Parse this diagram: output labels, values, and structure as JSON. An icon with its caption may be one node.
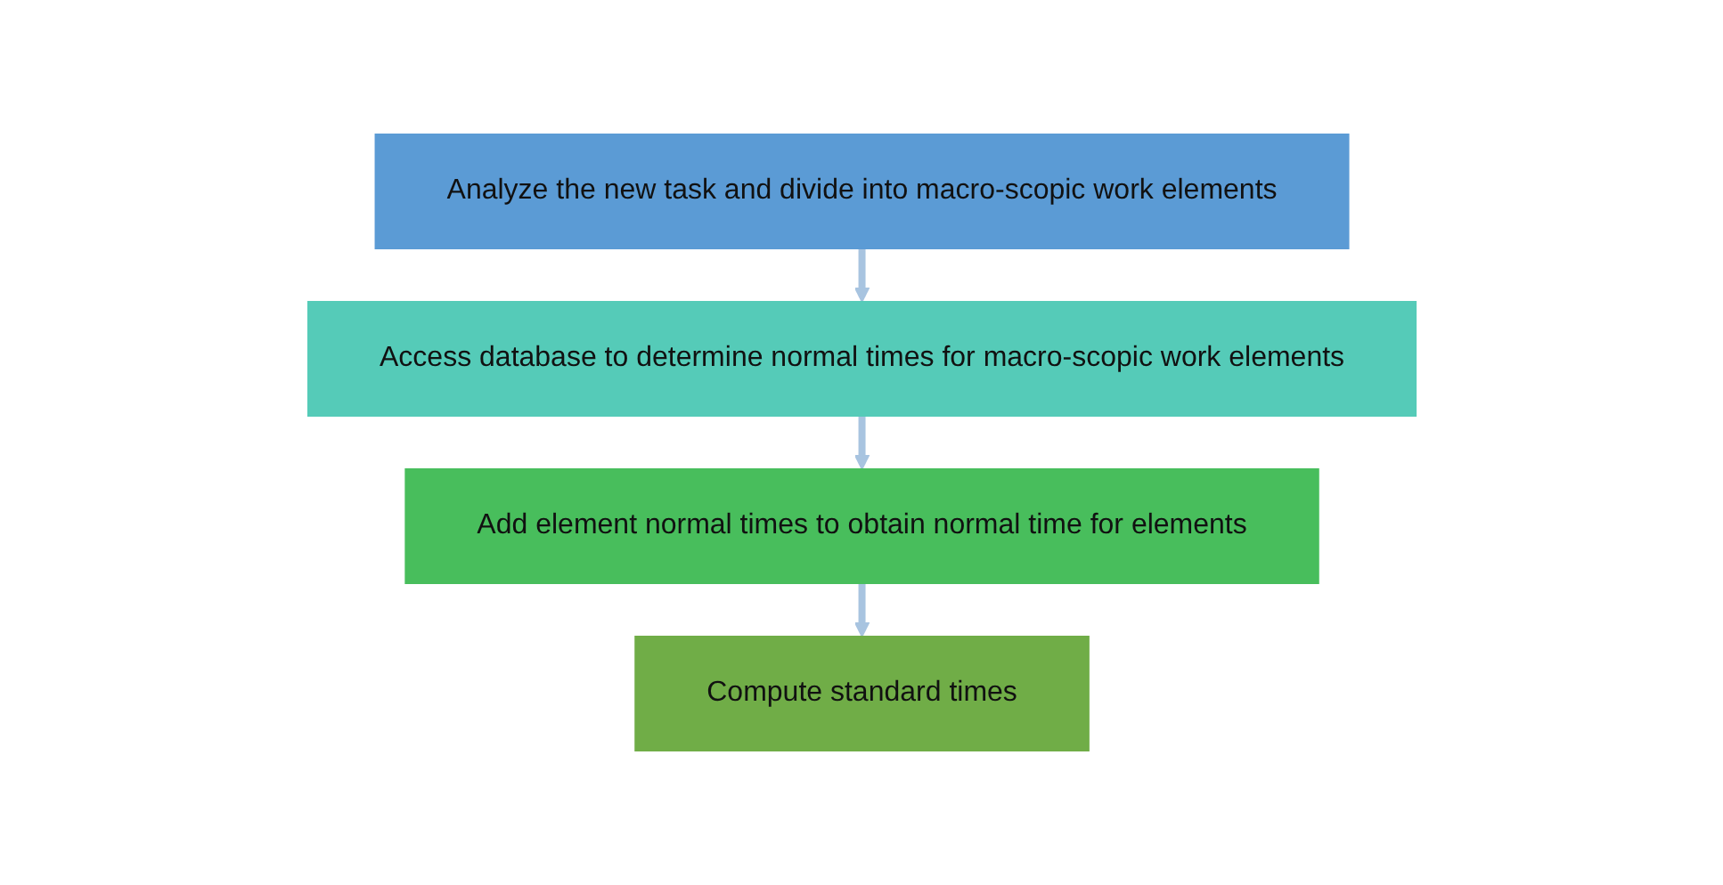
{
  "diagram": {
    "nodes": [
      {
        "text": [
          "Analyze the new task and divide into macro-scopic work elements"
        ]
      },
      {
        "text": [
          "Access database to determine normal times for macro-scopic work elements"
        ]
      },
      {
        "text": [
          "Add element normal times to obtain normal time for elements"
        ]
      },
      {
        "text": [
          "Compute standard times"
        ]
      }
    ],
    "edges": [
      {
        "from": 0,
        "to": 1,
        "arrow": "to"
      },
      {
        "from": 1,
        "to": 2,
        "arrow": "to"
      },
      {
        "from": 2,
        "to": 3,
        "arrow": "to"
      }
    ]
  }
}
